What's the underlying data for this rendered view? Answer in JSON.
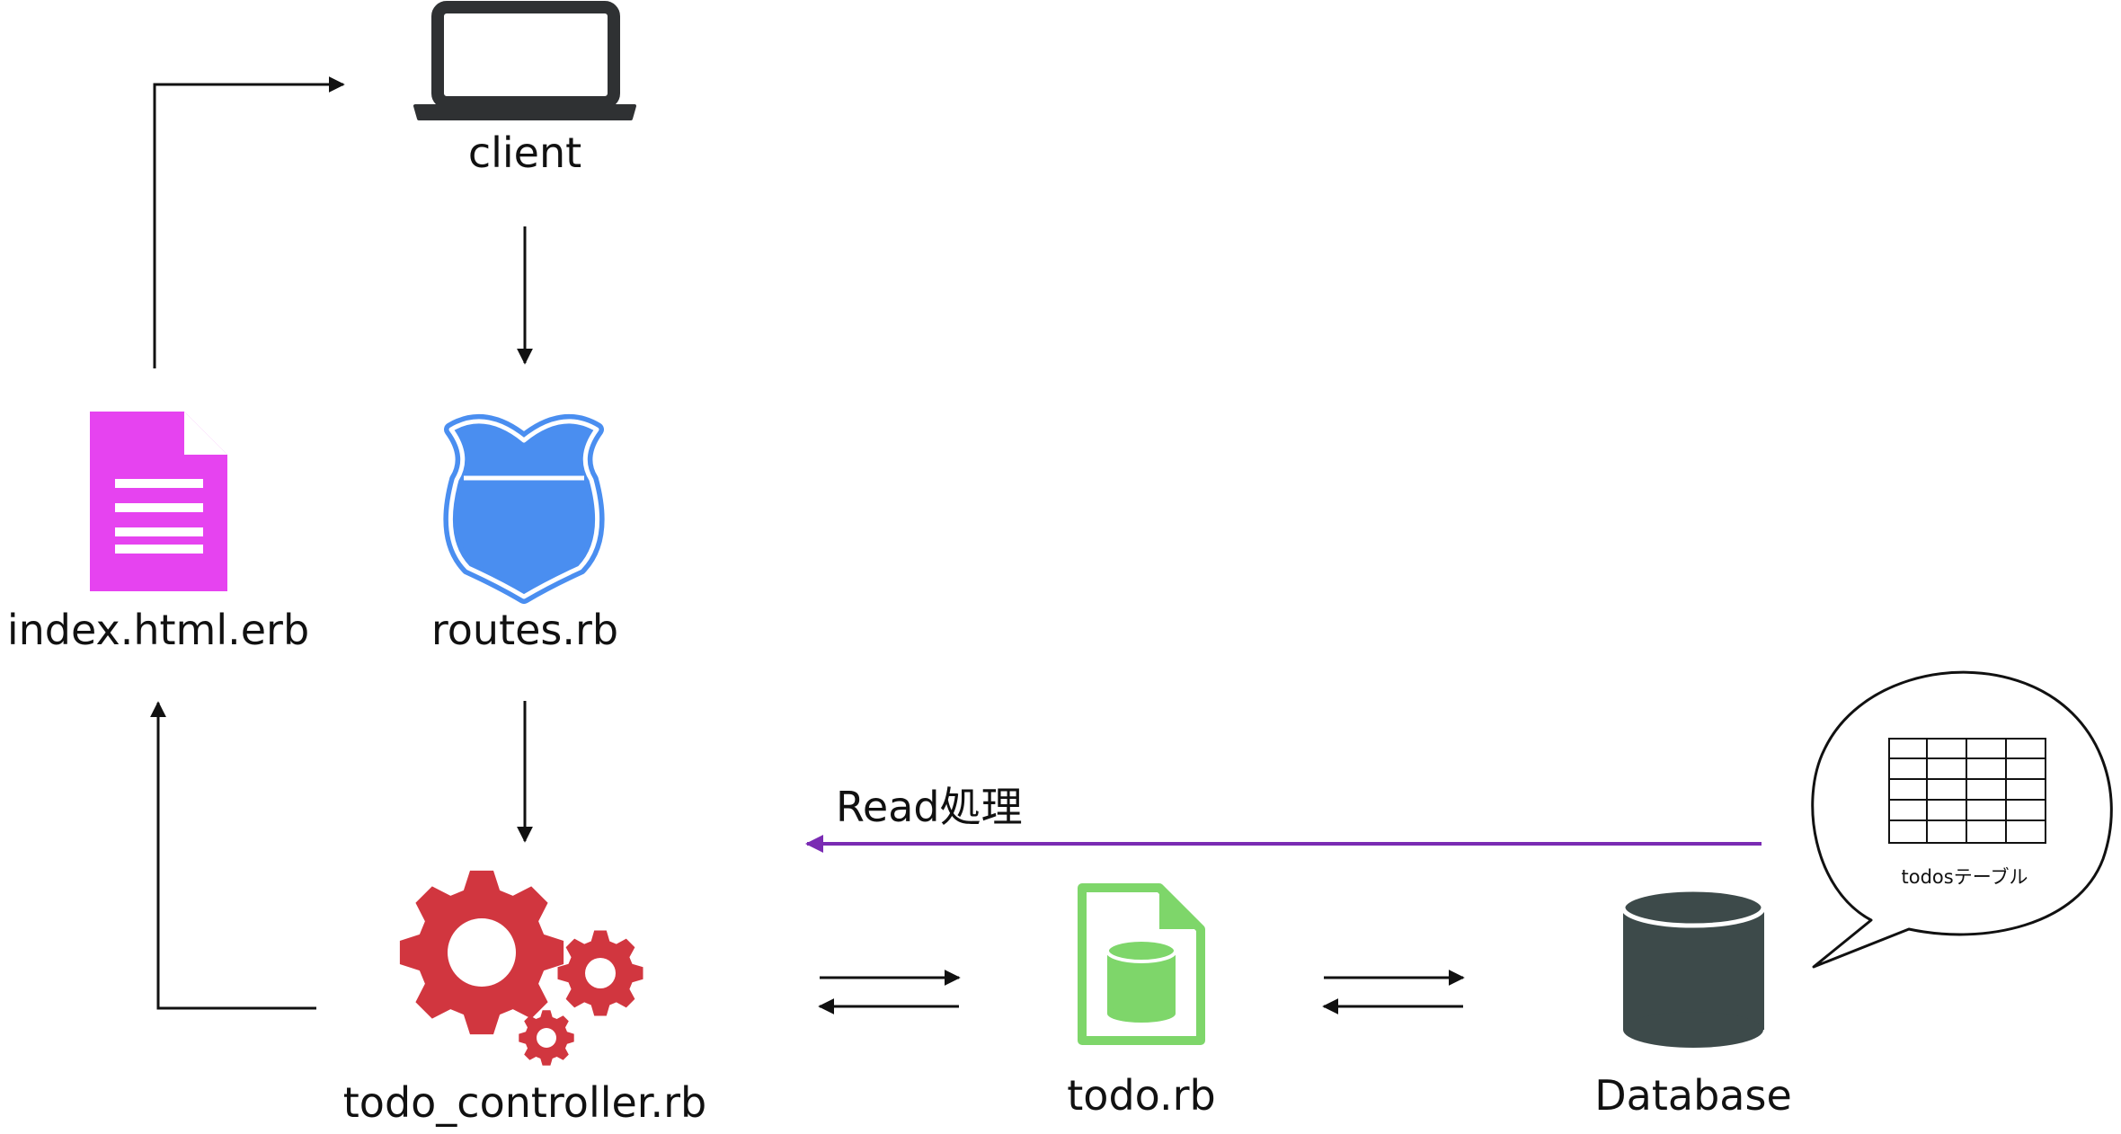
{
  "nodes": {
    "client": "client",
    "routes": "routes.rb",
    "view": "index.html.erb",
    "controller": "todo_controller.rb",
    "model": "todo.rb",
    "database": "Database"
  },
  "edges": {
    "read_label": "Read処理"
  },
  "callout": {
    "table_label": "todosテーブル"
  },
  "icons": {
    "client": "laptop-icon",
    "routes": "shield-icon",
    "view": "document-icon",
    "controller": "gears-icon",
    "model": "database-file-icon",
    "database": "database-icon",
    "callout": "table-icon"
  },
  "colors": {
    "laptop": "#2f3133",
    "shield": "#4a8ef0",
    "document": "#e643f0",
    "gears": "#d1363f",
    "file": "#7ed66a",
    "database": "#3d4a4a",
    "read_arrow": "#7a2bb3"
  }
}
